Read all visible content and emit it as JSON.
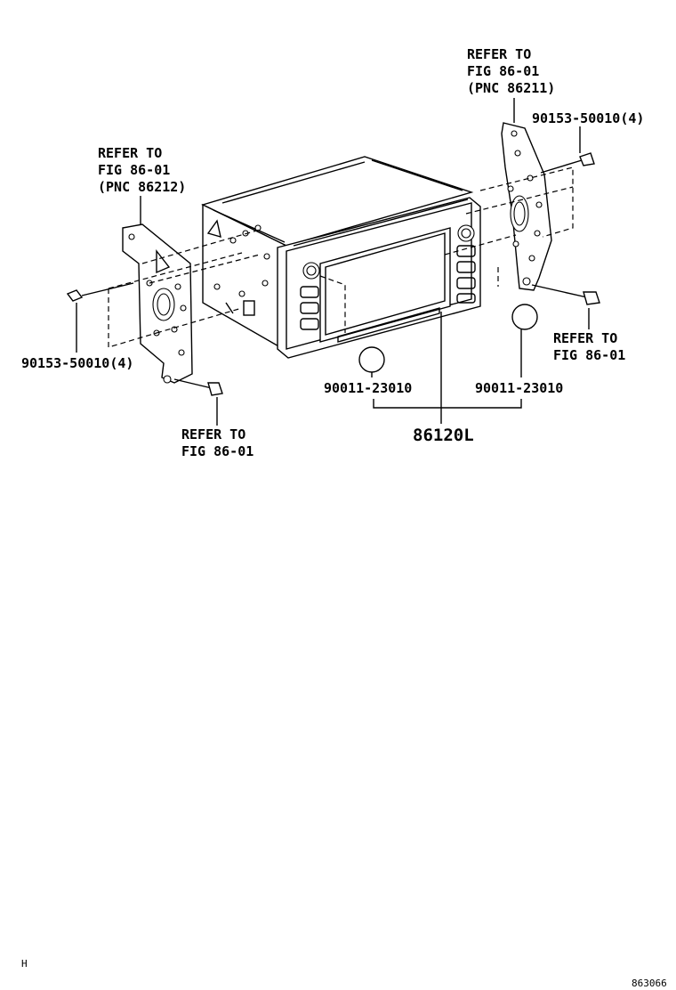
{
  "labels": {
    "refer_top_right": [
      "REFER TO",
      "FIG 86-01",
      "(PNC 86211)"
    ],
    "refer_top_left": [
      "REFER TO",
      "FIG 86-01",
      "(PNC 86212)"
    ],
    "bolt_right": "90153-50010(4)",
    "bolt_left": "90153-50010(4)",
    "refer_right_screw": [
      "REFER TO",
      "FIG 86-01"
    ],
    "refer_left_screw": [
      "REFER TO",
      "FIG 86-01"
    ],
    "cap_left": "90011-23010",
    "cap_right": "90011-23010",
    "main_part": "86120L",
    "corner_mark": "H",
    "figure_code": "863066"
  }
}
